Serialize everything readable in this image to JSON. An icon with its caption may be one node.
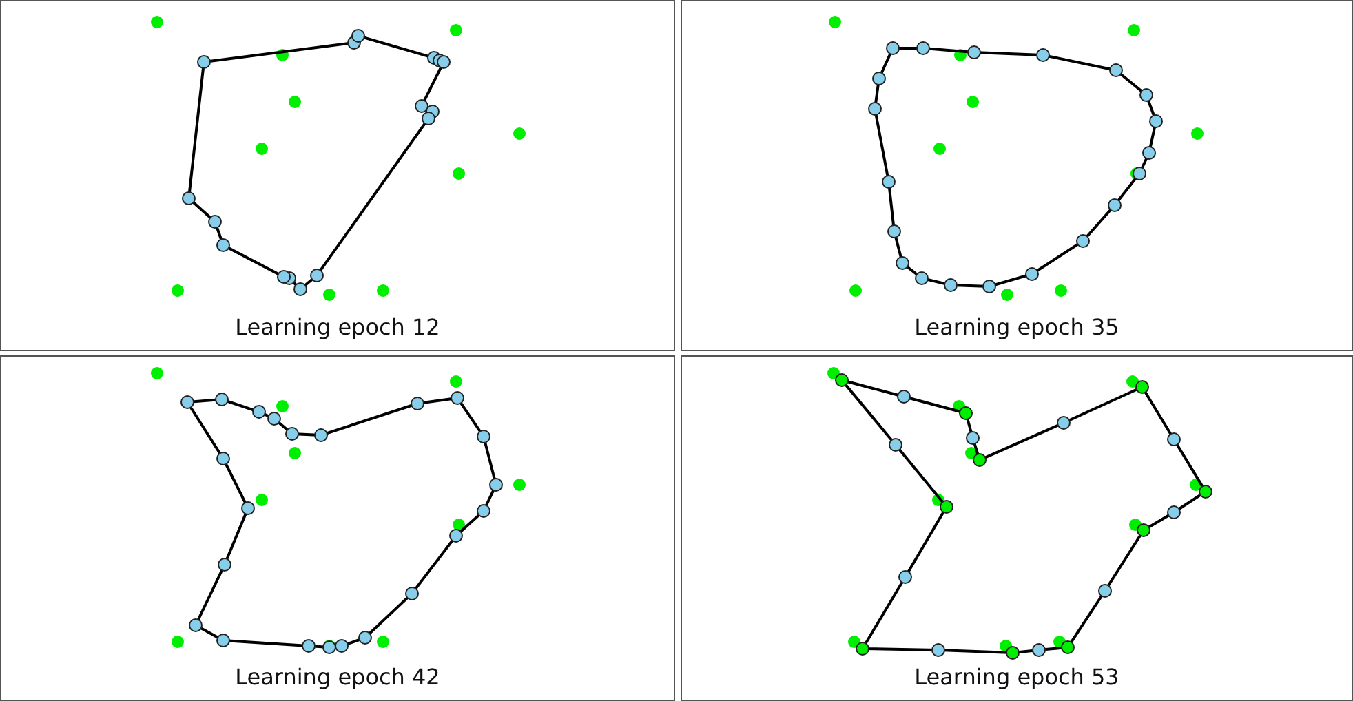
{
  "diagram": {
    "labels": [
      "Learning epoch 12",
      "Learning epoch 35",
      "Learning epoch 42",
      "Learning epoch 53"
    ]
  }
}
